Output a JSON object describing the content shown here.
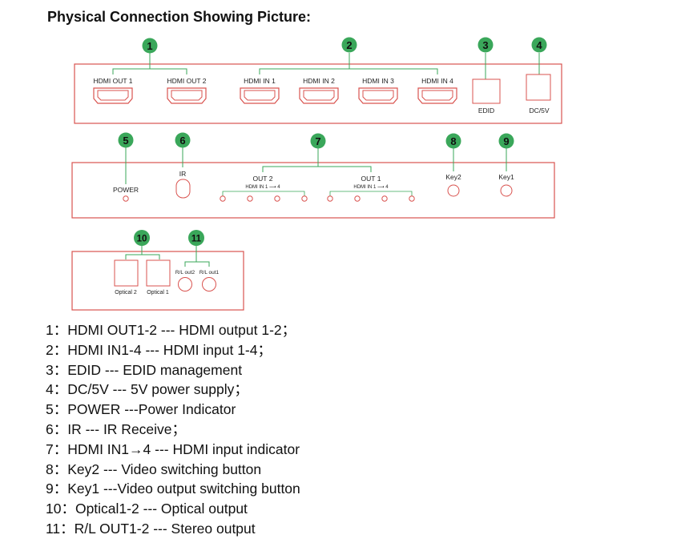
{
  "title": "Physical Connection Showing Picture:",
  "colors": {
    "panel_border": "#d9534f",
    "callout_green": "#3aa75a",
    "callout_line": "#3aa75a",
    "port_outline": "#d9534f"
  },
  "rear_panel": {
    "callouts": [
      "1",
      "2",
      "3",
      "4"
    ],
    "labels": {
      "hdmi_out_1": "HDMI OUT 1",
      "hdmi_out_2": "HDMI OUT 2",
      "hdmi_in_1": "HDMI IN 1",
      "hdmi_in_2": "HDMI IN 2",
      "hdmi_in_3": "HDMI IN 3",
      "hdmi_in_4": "HDMI IN 4",
      "edid": "EDID",
      "dc5v": "DC/5V"
    }
  },
  "front_panel": {
    "callouts": [
      "5",
      "6",
      "7",
      "8",
      "9"
    ],
    "labels": {
      "power": "POWER",
      "ir": "IR",
      "out2": "OUT 2",
      "out1": "OUT 1",
      "out2_sub": "HDMI IN 1 ⟶ 4",
      "out1_sub": "HDMI IN 1 ⟶ 4",
      "key2": "Key2",
      "key1": "Key1"
    }
  },
  "audio_panel": {
    "callouts": [
      "10",
      "11"
    ],
    "labels": {
      "optical2": "Optical 2",
      "optical1": "Optical 1",
      "rl_out2": "R/L out2",
      "rl_out1": "R/L out1"
    }
  },
  "legend": [
    "1：HDMI OUT1-2 --- HDMI output 1-2；",
    "2：HDMI IN1-4 --- HDMI input 1-4；",
    "3：EDID --- EDID management",
    "4：DC/5V --- 5V power supply；",
    "5：POWER ---Power Indicator",
    "6：IR --- IR Receive；",
    "7：HDMI IN1→4 --- HDMI input indicator",
    "8：Key2 --- Video switching button",
    "9：Key1 ---Video output switching button",
    "10：Optical1-2 --- Optical output",
    "11：R/L OUT1-2 --- Stereo output"
  ]
}
